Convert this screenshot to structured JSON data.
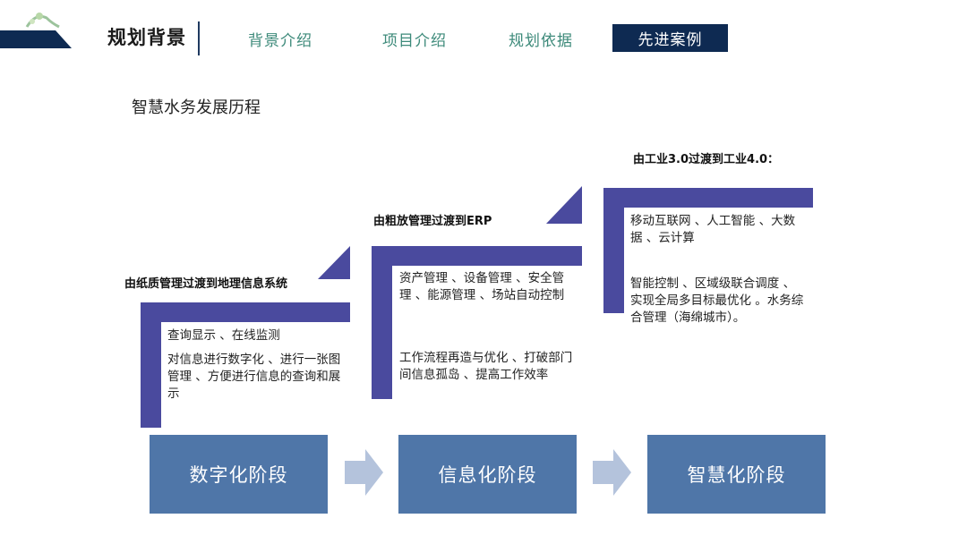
{
  "header": {
    "title": "规划背景",
    "nav": [
      {
        "label": "背景介绍",
        "active": false
      },
      {
        "label": "项目介绍",
        "active": false
      },
      {
        "label": "规划依据",
        "active": false
      },
      {
        "label": "先进案例",
        "active": true
      }
    ]
  },
  "subtitle": "智慧水务发展历程",
  "stages": [
    {
      "heading": "由纸质管理过渡到地理信息系统",
      "desc1": "查询显示 、在线监测",
      "desc2": "对信息进行数字化 、进行一张图管理 、方便进行信息的查询和展示",
      "name": "数字化阶段"
    },
    {
      "heading": "由粗放管理过渡到ERP",
      "desc1": "资产管理 、设备管理 、安全管理 、能源管理 、场站自动控制",
      "desc2": "工作流程再造与优化 、打破部门间信息孤岛 、提高工作效率",
      "name": "信息化阶段"
    },
    {
      "heading": "由工业3.0过渡到工业4.0：",
      "desc1": "移动互联网 、人工智能 、大数据 、云计算",
      "desc2": "智能控制 、区域级联合调度 、实现全局多目标最优化 。水务综合管理（海绵城市）。",
      "name": "智慧化阶段"
    }
  ],
  "colors": {
    "nav_active_bg": "#0e2a52",
    "step_shape": "#4a4a9e",
    "stage_box": "#4f76a8",
    "arrow": "#b4c3dc",
    "nav_text": "#3d8a7a"
  }
}
